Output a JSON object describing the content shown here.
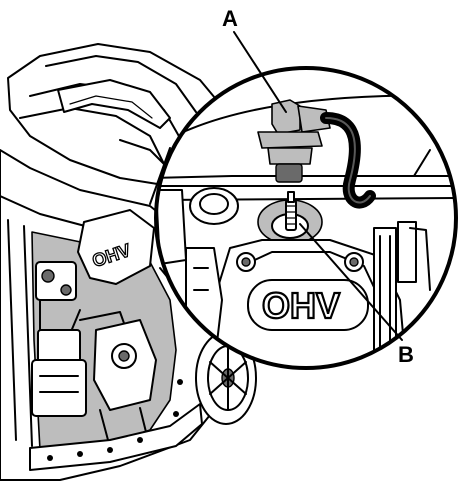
{
  "callouts": {
    "a": "A",
    "b": "B"
  },
  "engine_labels": {
    "detail_cover": "OHV",
    "overview_cover": "OHV"
  },
  "colors": {
    "line": "#000000",
    "background": "#ffffff",
    "shade": "#bdbdbd"
  }
}
